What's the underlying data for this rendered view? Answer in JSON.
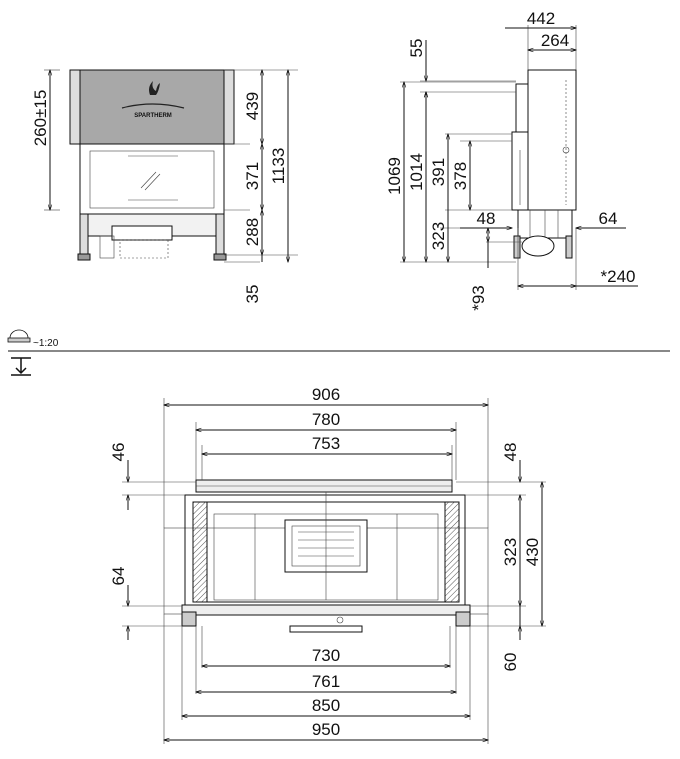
{
  "front_view": {
    "brand": "SPARTHERM",
    "dims": {
      "top_height": "260±15",
      "hood_height": "439",
      "glass_height": "371",
      "base_height": "288",
      "total_height": "1133",
      "foot": "35"
    }
  },
  "side_view": {
    "dims": {
      "depth_total": "442",
      "depth_body": "264",
      "top_offset": "55",
      "height_1069": "1069",
      "height_1014": "1014",
      "h391": "391",
      "h378": "378",
      "h323": "323",
      "left_48": "48",
      "right_64": "64",
      "flue_93": "*93",
      "flue_240": "*240"
    }
  },
  "scale": {
    "label": "~1:20"
  },
  "plan_view": {
    "dims": {
      "w906": "906",
      "w780": "780",
      "w753": "753",
      "w730": "730",
      "w761": "761",
      "w850": "850",
      "w950": "950",
      "left_46": "46",
      "left_64": "64",
      "right_48": "48",
      "right_323": "323",
      "right_430": "430",
      "right_60": "60"
    }
  },
  "colors": {
    "hood": "#a8a8a8",
    "hatch": "#888888",
    "line": "#111111"
  }
}
